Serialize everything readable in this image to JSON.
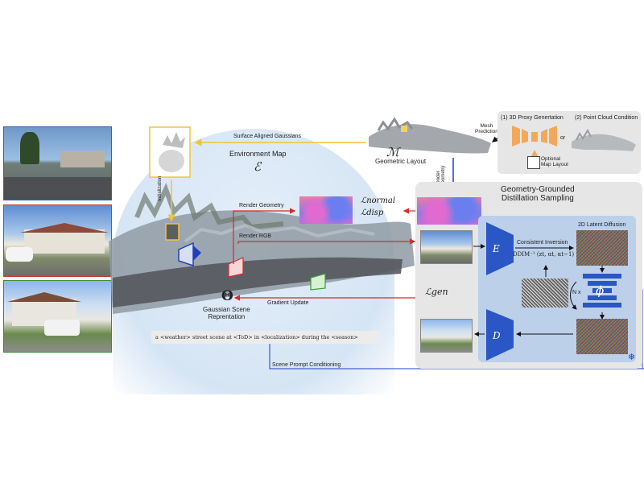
{
  "colors": {
    "render_red": "#d62b2b",
    "render_blue": "#1f3fbf",
    "gaussian_yellow": "#f2c23a",
    "gdds_panel": "#e6e6e6",
    "diffusion_panel": "#bcd0ea",
    "encoder_blue": "#2a56c6",
    "proxy_orange": "#f2a85b"
  },
  "labels": {
    "surface_aligned_gaussians": "Surface Aligned Gaussians",
    "environment_map": "Environment Map",
    "env_symbol": "ℰ",
    "initialization": "Initialization",
    "mesh_prediction": "Mesh\nPrediction",
    "geometric_layout_symbol": "ℳ",
    "geometric_layout": "Geometric Layout",
    "render_geometry_vertical": "Render\nGeometry",
    "render_geometry": "Render Geometry",
    "render_rgb": "Render RGB",
    "loss_normal": "ℒnormal",
    "loss_disp": "ℒdisp",
    "loss_gen": "ℒgen",
    "gradient_update": "Gradient Update",
    "gaussian_symbol": "Θ",
    "gaussian_scene": "Gaussian Scene\nReprentation",
    "prompt": "a <weather> street scene at <ToD> in <localization> during the <season>",
    "scene_prompt_conditioning": "Scene Prompt Conditioning",
    "gdds_title": "Geometry-Grounded\nDistillation Sampling",
    "latent_diffusion": "2D Latent Diffusion",
    "encoder": "E",
    "decoder": "D",
    "consistent_inversion": "Consistent Inversion",
    "ddim_formula": "DDIM⁻¹ (zt, αt, αt−1)",
    "n_times": "N x",
    "phi": "ϕ",
    "proxy_generation": "(1) 3D Proxy Genertation",
    "or": "or",
    "point_cloud_condition": "(2) Point Cloud Condition",
    "optional_map_layout": "Optional\nMap Layout",
    "frozen_icon": "❄"
  }
}
